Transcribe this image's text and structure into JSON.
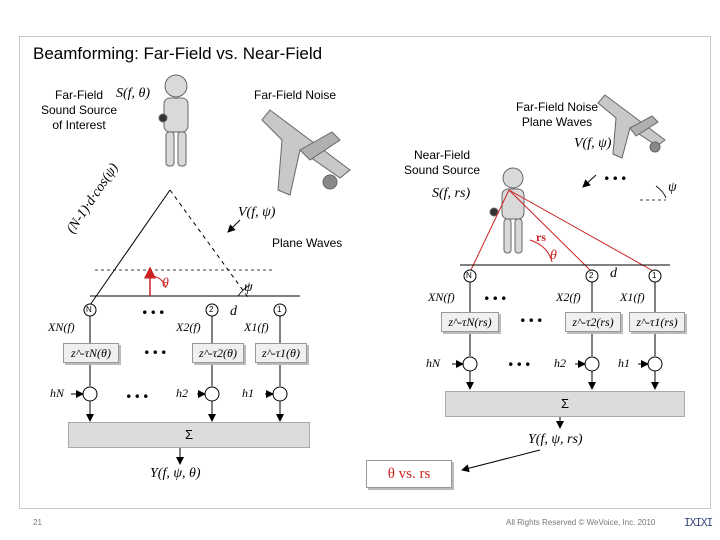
{
  "title": "Beamforming: Far-Field vs. Near-Field",
  "left": {
    "source_label_line1": "Far-Field",
    "source_label_line2": "Sound Source",
    "source_label_line3": "of Interest",
    "source_symbol": "S(f, θ)",
    "noise_label": "Far-Field Noise",
    "noise_symbol": "V(f, ψ)",
    "plane_waves": "Plane Waves",
    "distance_expr": "(N-1)·d·cos(ψ)",
    "theta": "θ",
    "psi": "ψ",
    "spacing": "d",
    "mic_labels": [
      "N",
      "2",
      "1"
    ],
    "signals": [
      "XN(f)",
      "X2(f)",
      "X1(f)"
    ],
    "delays": [
      "z^-τN(θ)",
      "z^-τ2(θ)",
      "z^-τ1(θ)"
    ],
    "weights": [
      "hN",
      "h2",
      "h1"
    ],
    "sum": "Σ",
    "output": "Y(f, ψ, θ)"
  },
  "right": {
    "noise_label_line1": "Far-Field Noise",
    "noise_label_line2": "Plane Waves",
    "noise_symbol": "V(f, ψ)",
    "source_label_line1": "Near-Field",
    "source_label_line2": "Sound Source",
    "source_symbol": "S(f, rs)",
    "rs": "rs",
    "theta": "θ",
    "psi": "ψ",
    "spacing": "d",
    "mic_labels": [
      "N",
      "2",
      "1"
    ],
    "signals": [
      "XN(f)",
      "X2(f)",
      "X1(f)"
    ],
    "delays": [
      "z^-τN(rs)",
      "z^-τ2(rs)",
      "z^-τ1(rs)"
    ],
    "weights": [
      "hN",
      "h2",
      "h1"
    ],
    "sum": "Σ",
    "output": "Y(f, ψ, rs)"
  },
  "comparison": "θ vs. rs",
  "page_number": "21",
  "copyright": "All Rights Reserved © WeVoice, Inc. 2010",
  "logo_text": "IXIXI",
  "colors": {
    "accent": "#cc2222",
    "box": "#dcdcdc",
    "border": "#c8c8c8"
  }
}
